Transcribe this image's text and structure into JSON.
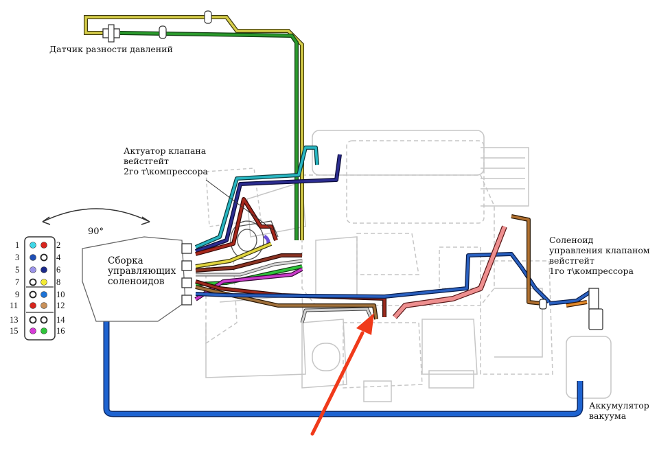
{
  "labels": {
    "pressure_sensor": "Датчик разности давлений",
    "actuator": [
      "Актуатор клапана",
      "вейстгейт",
      "2го т\\компрессора"
    ],
    "angle": "90°",
    "solenoid_assembly": [
      "Сборка",
      "управляющих",
      "соленоидов"
    ],
    "solenoid_valve": [
      "Соленоид",
      "управления клапаном",
      "вейстгейт",
      "1го т\\компрессора"
    ],
    "accumulator": [
      "Аккумулятор",
      "вакуума"
    ]
  },
  "connector_pins": [
    {
      "left": "1",
      "right": "2",
      "left_color": "#3fd6e6",
      "right_color": "#d7261e"
    },
    {
      "left": "3",
      "right": "4",
      "left_color": "#1f4fb5",
      "right_color": "#ffffff"
    },
    {
      "left": "5",
      "right": "6",
      "left_color": "#9b93e8",
      "right_color": "#1b2a8a"
    },
    {
      "left": "7",
      "right": "8",
      "left_color": "#ffffff",
      "right_color": "#f2ea34"
    },
    {
      "left": "9",
      "right": "10",
      "left_color": "#ffffff",
      "right_color": "#1e73d6"
    },
    {
      "left": "11",
      "right": "12",
      "left_color": "#d7261e",
      "right_color": "#c8915a"
    },
    {
      "left": "13",
      "right": "14",
      "left_color": "#ffffff",
      "right_color": "#ffffff"
    },
    {
      "left": "15",
      "right": "16",
      "left_color": "#d63ad6",
      "right_color": "#2ec43a"
    }
  ],
  "colors": {
    "vacuum_line": "#1e63d0",
    "highlight_arrow": "#f03a1a",
    "engine_outline": "#c9c9c9",
    "sensor_hose": "#d8cf4a",
    "sensor_hose_green": "#1d7a22"
  }
}
